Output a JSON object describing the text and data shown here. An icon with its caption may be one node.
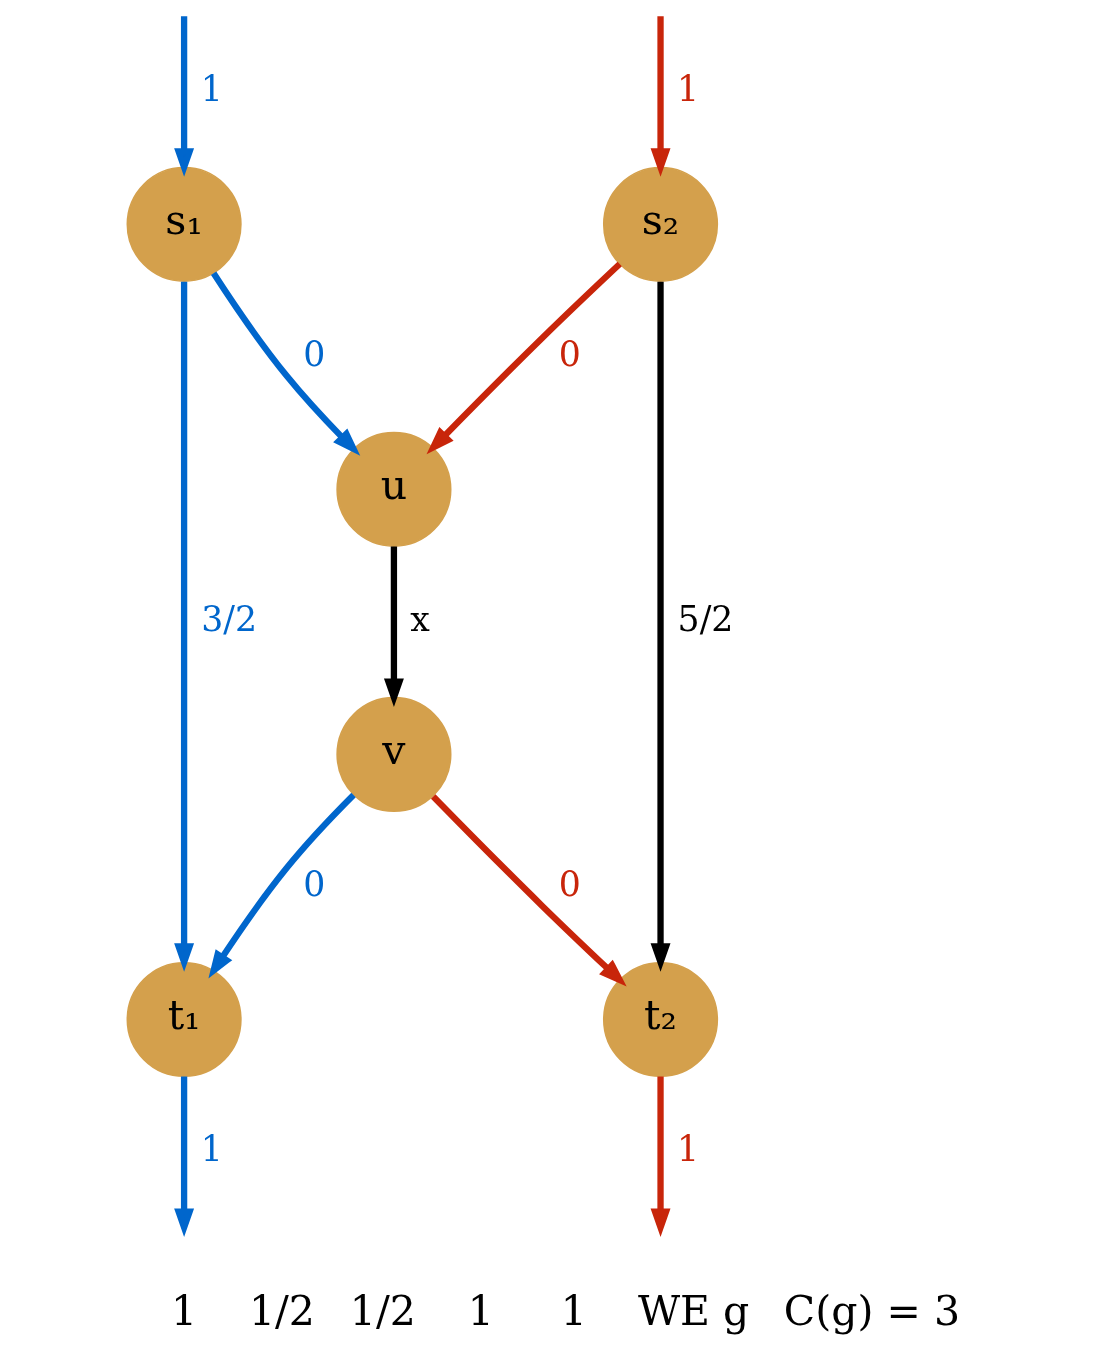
{
  "diagram": {
    "nodes": [
      {
        "text": [
          "s₁"
        ]
      },
      {
        "text": [
          "s₂"
        ]
      },
      {
        "text": [
          "u"
        ]
      },
      {
        "text": [
          "v"
        ]
      },
      {
        "text": [
          "t₁"
        ]
      },
      {
        "text": [
          "t₂"
        ]
      }
    ],
    "edges": [
      {
        "from": null,
        "to": 0,
        "arrow": "to",
        "label": "1",
        "color": "#0066cc"
      },
      {
        "from": null,
        "to": 1,
        "arrow": "to",
        "label": "1",
        "color": "#c8250a"
      },
      {
        "from": 0,
        "to": 2,
        "arrow": "to",
        "label": "0",
        "color": "#0066cc"
      },
      {
        "from": 1,
        "to": 2,
        "arrow": "to",
        "label": "0",
        "color": "#c8250a"
      },
      {
        "from": 0,
        "to": 4,
        "arrow": "to",
        "label": "3/2",
        "color": "#0066cc"
      },
      {
        "from": 2,
        "to": 3,
        "arrow": "to",
        "label": "x",
        "color": "#000000"
      },
      {
        "from": 1,
        "to": 5,
        "arrow": "to",
        "label": "5/2",
        "color": "#000000"
      },
      {
        "from": 3,
        "to": 4,
        "arrow": "to",
        "label": "0",
        "color": "#0066cc"
      },
      {
        "from": 3,
        "to": 5,
        "arrow": "to",
        "label": "0",
        "color": "#c8250a"
      },
      {
        "from": 4,
        "to": null,
        "arrow": "to",
        "label": "1",
        "color": "#0066cc"
      },
      {
        "from": 5,
        "to": null,
        "arrow": "to",
        "label": "1",
        "color": "#c8250a"
      }
    ],
    "labels": [
      "1",
      "1/2",
      "1/2",
      "1",
      "1",
      "WE g",
      "C(g) = 3"
    ]
  }
}
